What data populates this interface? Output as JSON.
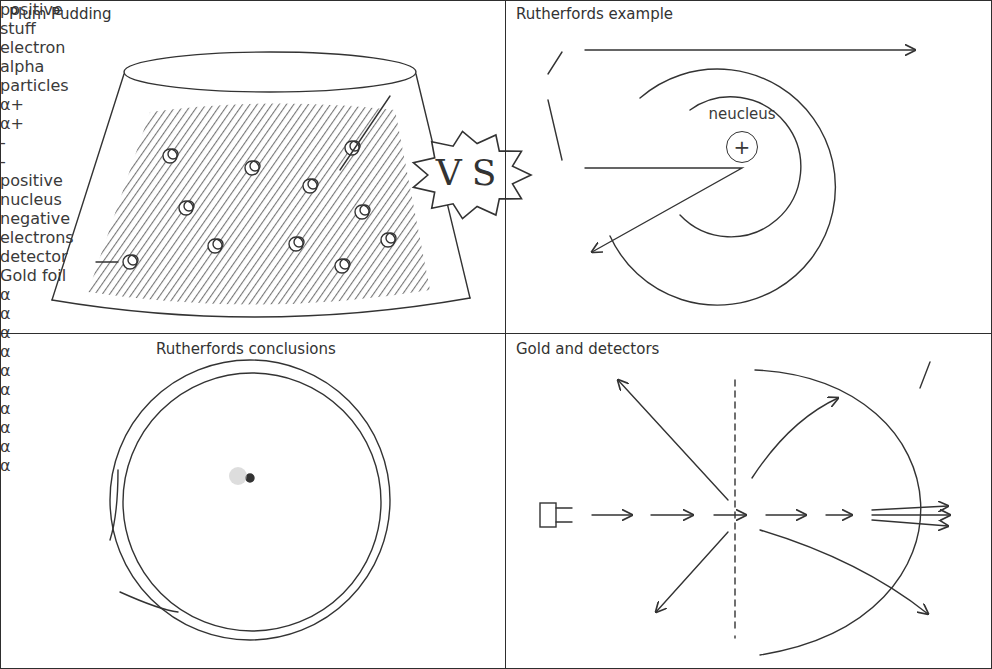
{
  "diagram": {
    "nodes": [
      {
        "text": [
          "Plum Pudding"
        ]
      },
      {
        "text": [
          "VS"
        ]
      },
      {
        "text": [
          "Rutherfords example"
        ]
      },
      {
        "text": [
          "neucleus",
          "+"
        ],
        "in": 2
      },
      {
        "text": [
          "Rutherfords conclusions"
        ]
      },
      {
        "text": [
          "Gold and detectors"
        ]
      }
    ],
    "labels": [
      "positive stuff",
      "electron",
      "alpha particles",
      "α+",
      "α+",
      "-",
      "-",
      "positive nucleus",
      "negative electrons",
      "detector",
      "Gold foil",
      "α",
      "α",
      "α",
      "α",
      "α",
      "α",
      "α",
      "α",
      "α",
      "α"
    ]
  }
}
